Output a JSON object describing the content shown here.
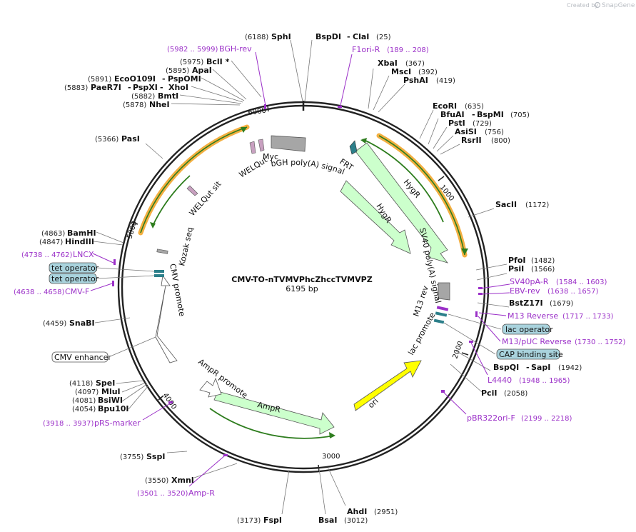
{
  "brand": {
    "created_by": "Created by",
    "name": "SnapGene",
    "logo_icon": "snapgene-logo-icon"
  },
  "plasmid": {
    "name": "CMV-TO-nTVMVPhcZhccTVMVPZ",
    "length_label": "6195 bp"
  },
  "ticks": [
    "1000",
    "2000",
    "3000",
    "4000",
    "5000",
    "6000"
  ],
  "enzymes": [
    {
      "id": "sphi",
      "pos": "(6188)",
      "name": "SphI"
    },
    {
      "id": "bspdi",
      "name": "BspDI",
      "name2": "ClaI",
      "pos": "(25)"
    },
    {
      "id": "xbai",
      "name": "XbaI",
      "pos": "(367)"
    },
    {
      "id": "msci",
      "name": "MscI",
      "pos": "(392)"
    },
    {
      "id": "pshai",
      "name": "PshAI",
      "pos": "(419)"
    },
    {
      "id": "ecori",
      "name": "EcoRI",
      "pos": "(635)"
    },
    {
      "id": "bfuai",
      "name": "BfuAI",
      "name2": "BspMI",
      "pos": "(705)"
    },
    {
      "id": "psti",
      "name": "PstI",
      "pos": "(729)"
    },
    {
      "id": "asisi",
      "name": "AsiSI",
      "pos": "(756)"
    },
    {
      "id": "rsrii",
      "name": "RsrII",
      "pos": "(800)"
    },
    {
      "id": "sacii",
      "name": "SacII",
      "pos": "(1172)"
    },
    {
      "id": "pfoi",
      "name": "PfoI",
      "pos": "(1482)"
    },
    {
      "id": "psii",
      "name": "PsiI",
      "pos": "(1566)"
    },
    {
      "id": "bstz17i",
      "name": "BstZ17I",
      "pos": "(1679)"
    },
    {
      "id": "bspqi",
      "name": "BspQI",
      "name2": "SapI",
      "pos": "(1942)"
    },
    {
      "id": "pcii",
      "name": "PciI",
      "pos": "(2058)"
    },
    {
      "id": "ahdi",
      "name": "AhdI",
      "pos": "(2951)"
    },
    {
      "id": "bsai",
      "name": "BsaI",
      "pos": "(3012)"
    },
    {
      "id": "fspi",
      "pos": "(3173)",
      "name": "FspI"
    },
    {
      "id": "xmni",
      "pos": "(3550)",
      "name": "XmnI"
    },
    {
      "id": "sspi",
      "pos": "(3755)",
      "name": "SspI"
    },
    {
      "id": "bpu10i",
      "pos": "(4054)",
      "name": "Bpu10I"
    },
    {
      "id": "bsiwi",
      "pos": "(4081)",
      "name": "BsiWI"
    },
    {
      "id": "mlui",
      "pos": "(4097)",
      "name": "MluI"
    },
    {
      "id": "spei",
      "pos": "(4118)",
      "name": "SpeI"
    },
    {
      "id": "snabi",
      "pos": "(4459)",
      "name": "SnaBI"
    },
    {
      "id": "hindiii",
      "pos": "(4847)",
      "name": "HindIII"
    },
    {
      "id": "bamhi",
      "pos": "(4863)",
      "name": "BamHI"
    },
    {
      "id": "pasi",
      "pos": "(5366)",
      "name": "PasI"
    },
    {
      "id": "nhei",
      "pos": "(5878)",
      "name": "NheI"
    },
    {
      "id": "bmti",
      "pos": "(5882)",
      "name": "BmtI"
    },
    {
      "id": "paer7i",
      "pos": "(5883)",
      "name": "PaeR7I",
      "name2": "PspXI",
      "name3": "XhoI"
    },
    {
      "id": "ecoo109i",
      "pos": "(5891)",
      "name": "EcoO109I",
      "name2": "PspOMI"
    },
    {
      "id": "apai",
      "pos": "(5895)",
      "name": "ApaI"
    },
    {
      "id": "bcli",
      "pos": "(5975)",
      "name": "BclI *"
    }
  ],
  "primers": [
    {
      "id": "bgh-rev",
      "range": "(5982 .. 5999)",
      "name": "BGH-rev"
    },
    {
      "id": "f1ori-r",
      "name": "F1ori-R",
      "range": "(189 .. 208)"
    },
    {
      "id": "sv40pa-r",
      "name": "SV40pA-R",
      "range": "(1584 .. 1603)"
    },
    {
      "id": "ebv-rev",
      "name": "EBV-rev",
      "range": "(1638 .. 1657)"
    },
    {
      "id": "m13-reverse",
      "name": "M13 Reverse",
      "range": "(1717 .. 1733)"
    },
    {
      "id": "m13-puc-reverse",
      "name": "M13/pUC Reverse",
      "range": "(1730 .. 1752)"
    },
    {
      "id": "l4440",
      "name": "L4440",
      "range": "(1948 .. 1965)"
    },
    {
      "id": "pbr322ori-f",
      "name": "pBR322ori-F",
      "range": "(2199 .. 2218)"
    },
    {
      "id": "amp-r",
      "range": "(3501 .. 3520)",
      "name": "Amp-R"
    },
    {
      "id": "prs-marker",
      "range": "(3918 .. 3937)",
      "name": "pRS-marker"
    },
    {
      "id": "cmv-f",
      "range": "(4638 .. 4658)",
      "name": "CMV-F"
    },
    {
      "id": "lncx",
      "range": "(4738 .. 4762)",
      "name": "LNCX"
    }
  ],
  "boxed_labels": {
    "lac_operator": "lac operator",
    "cap_binding_site": "CAP binding site",
    "tet_operator_1": "tet operator",
    "tet_operator_2": "tet operator",
    "cmv_enhancer": "CMV enhancer"
  },
  "features": {
    "myc": "Myc",
    "welqut_site_top": "WELQut site",
    "bgh_polya": "bGH poly(A) signal",
    "frt": "FRT",
    "hygr_outer": "HygR",
    "hygr_inner": "HygR",
    "sv40_polya": "SV40 poly(A) signal",
    "m13_rev": "M13 rev",
    "lac_promoter": "lac promoter",
    "ori": "ori",
    "ampr": "AmpR",
    "ampr_promoter": "AmpR promoter",
    "cmv_promoter": "CMV promoter",
    "kozak": "Kozak sequence",
    "welqut_site_left": "WELQut site"
  },
  "colors": {
    "enzyme_text": "#111111",
    "primer": "#9b30c8",
    "gene_fill": "#ccffcc",
    "orf_orange": "#f2a62c",
    "orf_green": "#2e7d1e",
    "ori_fill": "#ffff00",
    "polya_fill": "#a6a6a6",
    "operator_fill": "#a9d3dd",
    "frt_fill": "#2c7f8a"
  }
}
